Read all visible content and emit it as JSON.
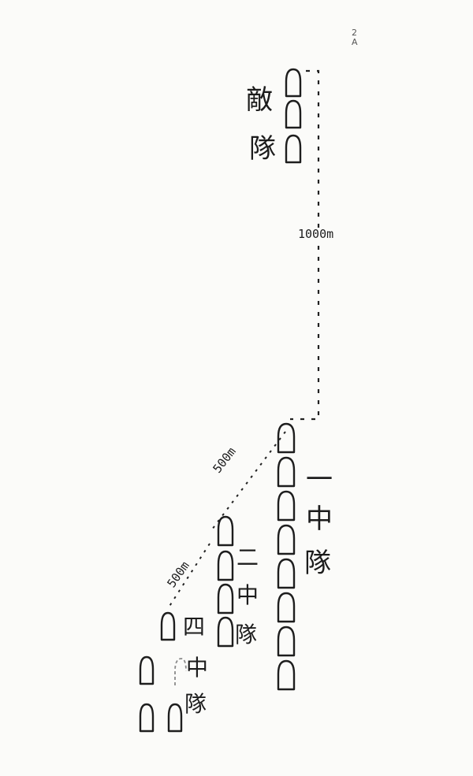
{
  "corner_mark": "2\nA",
  "enemy_unit": {
    "label_1": "敵",
    "label_2": "隊",
    "ship_count": 3
  },
  "distances": {
    "enemy_gap": "1000m",
    "echelon_gap_1": "500m",
    "echelon_gap_2": "500m"
  },
  "squadron_1": {
    "label_1": "一",
    "label_2": "中",
    "label_3": "隊",
    "ship_count": 8
  },
  "squadron_2": {
    "label_1": "二",
    "label_2": "中",
    "label_3": "隊",
    "ship_count": 4
  },
  "squadron_4": {
    "label_1": "四",
    "label_2": "中",
    "label_3": "隊",
    "ship_count": 4
  }
}
